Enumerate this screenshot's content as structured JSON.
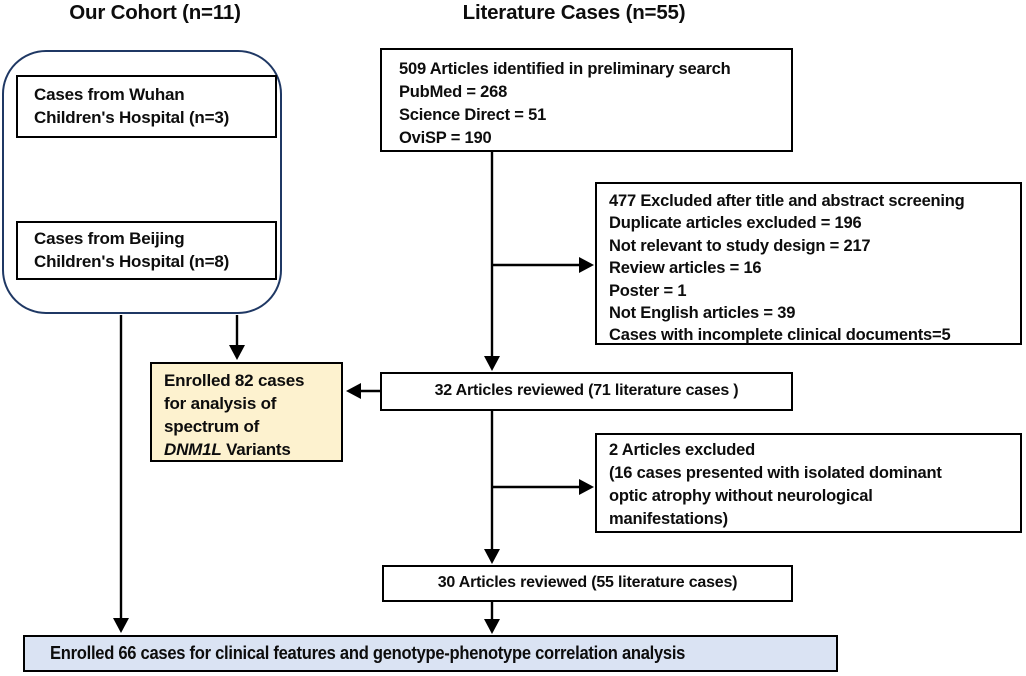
{
  "headers": {
    "our_cohort": "Our Cohort (n=11)",
    "literature_cases": "Literature Cases (n=55)"
  },
  "cohort": {
    "wuhan": {
      "lines": [
        "Cases from Wuhan",
        "Children's Hospital (n=3)"
      ]
    },
    "beijing": {
      "lines": [
        "Cases from Beijing",
        "Children's Hospital (n=8)"
      ]
    }
  },
  "literature": {
    "identified": {
      "lines": [
        "509 Articles identified in preliminary search",
        "PubMed = 268",
        "Science Direct = 51",
        "OviSP = 190"
      ]
    },
    "excluded_screening": {
      "lines": [
        "477 Excluded after title and abstract screening",
        "Duplicate articles excluded = 196",
        "Not relevant to study design = 217",
        "Review articles = 16",
        "Poster = 1",
        "Not English articles = 39",
        "Cases with incomplete clinical documents=5"
      ]
    },
    "reviewed_32": "32 Articles reviewed (71 literature cases )",
    "excluded_2": {
      "lines": [
        "2 Articles excluded",
        "(16 cases presented with isolated dominant",
        "optic atrophy without neurological",
        "manifestations)"
      ]
    },
    "reviewed_30": "30 Articles reviewed (55 literature cases)"
  },
  "enrolled_variants": {
    "lines": [
      "Enrolled 82 cases",
      "for analysis of",
      "spectrum of"
    ],
    "gene": "DNM1L",
    "gene_suffix": " Variants"
  },
  "enrolled_final": "Enrolled 66 cases for clinical features and genotype-phenotype correlation analysis",
  "colors": {
    "group_outline_border": "#1f3864",
    "highlight_yellow_fill": "#fdf2cf",
    "final_blue_fill": "#dae3f3",
    "box_border": "#000000",
    "arrow": "#000000"
  }
}
